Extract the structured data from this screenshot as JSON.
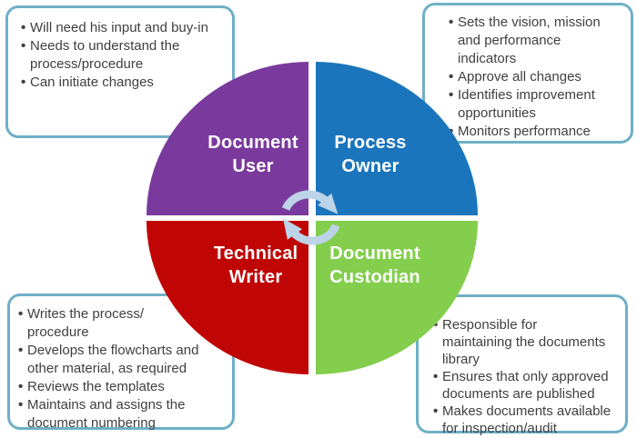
{
  "ui": {
    "bullet_char": "•"
  },
  "colors": {
    "purple": "#7A3A9D",
    "blue": "#1B75BC",
    "red": "#C00505",
    "green": "#83CE4D",
    "box_border": "#6FAFC7",
    "body_text": "#3F3F3F",
    "arrow": "#BCD3E8",
    "label_text": "#FFFFFF"
  },
  "pie": {
    "quadrants": [
      {
        "name": "document-user",
        "color": "#7A3A9D",
        "label_lines": [
          "Document",
          "User"
        ]
      },
      {
        "name": "process-owner",
        "color": "#1B75BC",
        "label_lines": [
          "Process",
          "Owner"
        ]
      },
      {
        "name": "technical-writer",
        "color": "#C00505",
        "label_lines": [
          "Technical",
          "Writer"
        ]
      },
      {
        "name": "document-custodian",
        "color": "#83CE4D",
        "label_lines": [
          "Document",
          "Custodian"
        ]
      }
    ]
  },
  "callouts": {
    "top_left": {
      "items": [
        [
          "Will need his input and buy-in"
        ],
        [
          "Needs to understand the",
          "process/procedure"
        ],
        [
          "Can initiate changes"
        ]
      ]
    },
    "top_right": {
      "items": [
        [
          "Sets the vision, mission",
          "and performance",
          "indicators"
        ],
        [
          "Approve all changes"
        ],
        [
          "Identifies improvement",
          "opportunities"
        ],
        [
          "Monitors performance"
        ]
      ]
    },
    "bottom_left": {
      "items": [
        [
          "Writes the process/",
          "procedure"
        ],
        [
          "Develops the flowcharts and",
          "other material, as required"
        ],
        [
          "Reviews the templates"
        ],
        [
          "Maintains and assigns the",
          "document numbering"
        ]
      ]
    },
    "bottom_right": {
      "items": [
        [
          "Responsible for",
          "maintaining the documents",
          "library"
        ],
        [
          "Ensures that only approved",
          "documents are published"
        ],
        [
          "Makes documents available",
          "for inspection/audit"
        ]
      ]
    }
  }
}
